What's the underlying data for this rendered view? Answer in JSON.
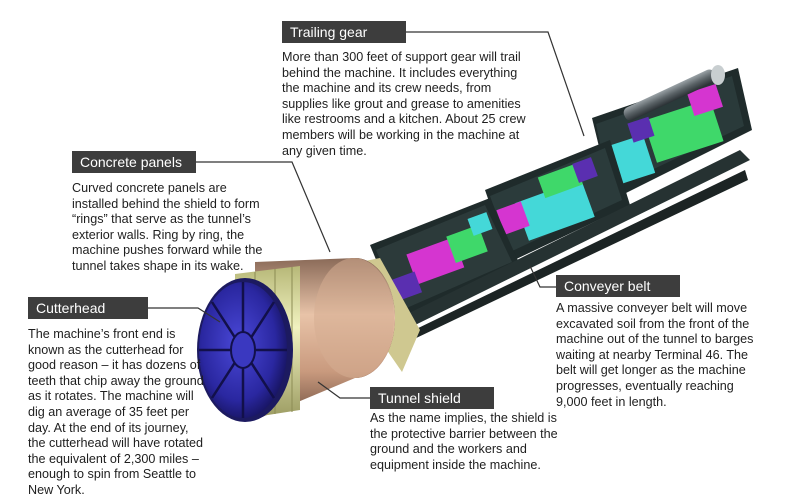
{
  "callouts": {
    "trailing_gear": {
      "title": "Trailing gear",
      "text": "More than 300 feet of support gear will trail behind the machine. It includes everything the machine and its crew needs, from supplies like grout and grease to amenities like restrooms and a kitchen. About 25 crew members will be working in the machine at any given time."
    },
    "concrete_panels": {
      "title": "Concrete panels",
      "text": "Curved concrete panels are installed behind the shield to form “rings” that serve as the tunnel’s exterior walls. Ring by ring, the machine pushes forward while the tunnel takes shape in its wake."
    },
    "cutterhead": {
      "title": "Cutterhead",
      "text": "The machine’s front end is known as the cutterhead for good reason – it has dozens of teeth that chip away the ground as it rotates. The machine will dig an average of 35 feet per day. At the end of its journey, the cutterhead will have rotated the equivalent of 2,300 miles – enough to spin from Seattle to New York."
    },
    "conveyer_belt": {
      "title": "Conveyer belt",
      "text": "A massive conveyer belt will move excavated soil from the front of the machine out of the tunnel to barges waiting at nearby Terminal 46. The belt will get longer as the machine progresses, eventually reaching 9,000 feet in length."
    },
    "tunnel_shield": {
      "title": "Tunnel shield",
      "text": "As the name implies, the shield is the protective barrier between the ground and the workers and equipment inside the machine."
    }
  },
  "colors": {
    "label_bg": "#3d3d3d",
    "cutterhead": "#2d2aa8",
    "shield": "#c89a80",
    "panels": "#e0e2a0",
    "frame": "#1e2a2a",
    "green": "#3fd86a",
    "cyan": "#44d8d8",
    "magenta": "#d535d0",
    "purple": "#5a2fb0"
  }
}
